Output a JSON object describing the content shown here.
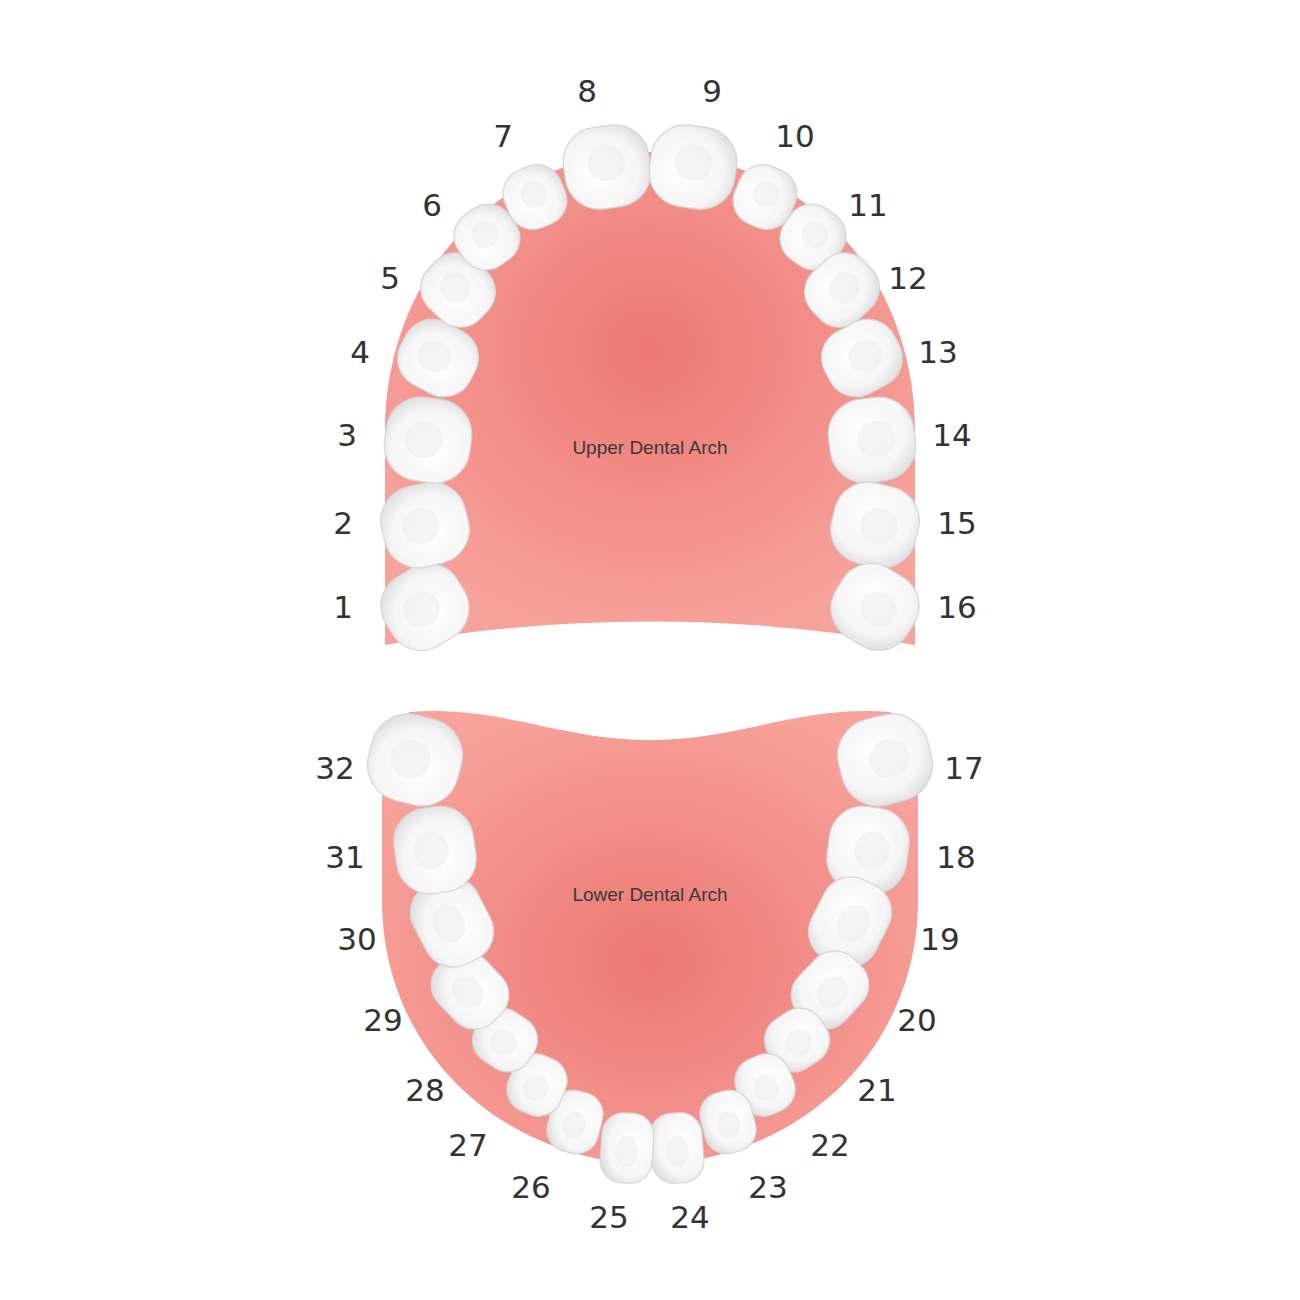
{
  "diagram": {
    "nodes": [
      {
        "text": [
          "Upper Dental Arch"
        ]
      },
      {
        "text": [
          "Lower Dental Arch"
        ]
      }
    ],
    "labels": [
      "1",
      "2",
      "3",
      "4",
      "5",
      "6",
      "7",
      "8",
      "9",
      "10",
      "11",
      "12",
      "13",
      "14",
      "15",
      "16",
      "17",
      "18",
      "19",
      "20",
      "21",
      "22",
      "23",
      "24",
      "25",
      "26",
      "27",
      "28",
      "29",
      "30",
      "31",
      "32"
    ]
  }
}
